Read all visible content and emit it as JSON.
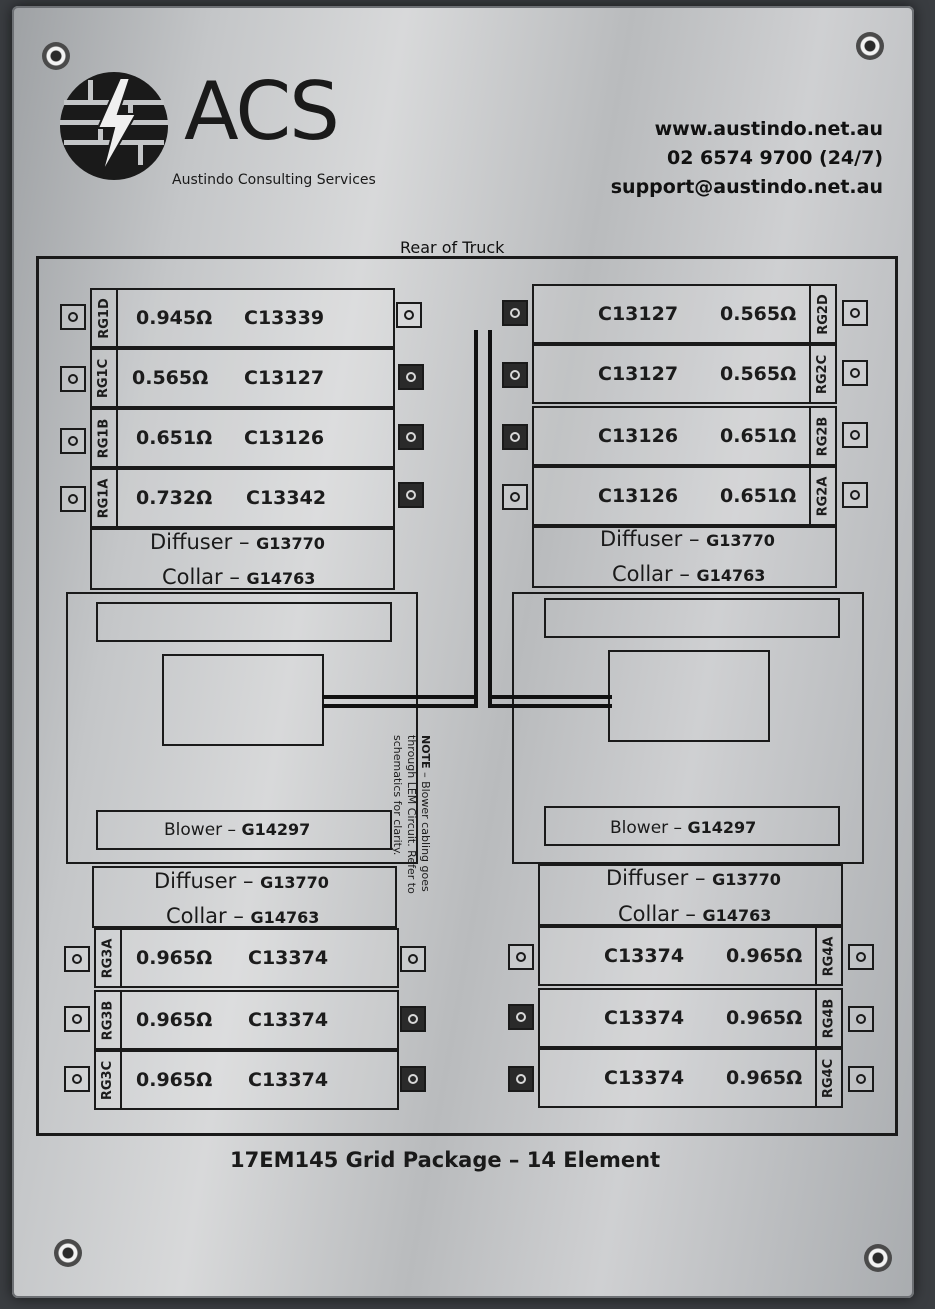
{
  "logo": {
    "text": "ACS",
    "subtitle": "Austindo Consulting Services"
  },
  "contact": {
    "website": "www.austindo.net.au",
    "phone": "02 6574 9700 (24/7)",
    "email": "support@austindo.net.au"
  },
  "rear_label": "Rear of Truck",
  "left_top": [
    {
      "rg": "RG1D",
      "value": "0.945Ω",
      "code": "C13339"
    },
    {
      "rg": "RG1C",
      "value": "0.565Ω",
      "code": "C13127"
    },
    {
      "rg": "RG1B",
      "value": "0.651Ω",
      "code": "C13126"
    },
    {
      "rg": "RG1A",
      "value": "0.732Ω",
      "code": "C13342"
    }
  ],
  "right_top": [
    {
      "rg": "RG2D",
      "value": "0.565Ω",
      "code": "C13127"
    },
    {
      "rg": "RG2C",
      "value": "0.565Ω",
      "code": "C13127"
    },
    {
      "rg": "RG2B",
      "value": "0.651Ω",
      "code": "C13126"
    },
    {
      "rg": "RG2A",
      "value": "0.651Ω",
      "code": "C13126"
    }
  ],
  "left_bottom": [
    {
      "rg": "RG3A",
      "value": "0.965Ω",
      "code": "C13374"
    },
    {
      "rg": "RG3B",
      "value": "0.965Ω",
      "code": "C13374"
    },
    {
      "rg": "RG3C",
      "value": "0.965Ω",
      "code": "C13374"
    }
  ],
  "right_bottom": [
    {
      "rg": "RG4A",
      "value": "0.965Ω",
      "code": "C13374"
    },
    {
      "rg": "RG4B",
      "value": "0.965Ω",
      "code": "C13374"
    },
    {
      "rg": "RG4C",
      "value": "0.965Ω",
      "code": "C13374"
    }
  ],
  "diffuser": {
    "label": "Diffuser – ",
    "code": "G13770"
  },
  "collar": {
    "label": "Collar – ",
    "code": "G14763"
  },
  "blower": {
    "label": "Blower – ",
    "code": "G14297"
  },
  "note": {
    "bold": "NOTE",
    "text": " – Blower cabling goes through LEM Circuit. Refer to schematics for clarity."
  },
  "footer": "17EM145 Grid Package – 14 Element",
  "colors": {
    "plate": "#c4c6c8",
    "ink": "#1a1a1a",
    "background": "#3a3d41"
  }
}
